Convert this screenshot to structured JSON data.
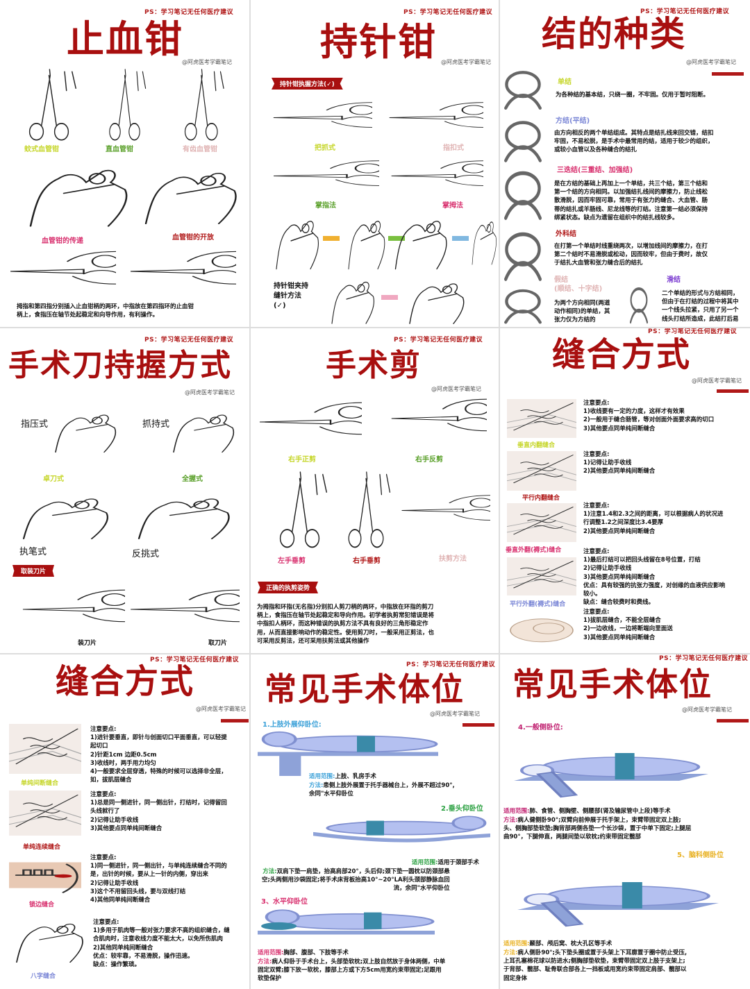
{
  "common": {
    "ps": "PS：学习笔记无任何医疗建议",
    "credit": "@阿虎医考学霸笔记"
  },
  "colors": {
    "title": "#a80f0f",
    "yellow": "#c6d62a",
    "green": "#5aa02a",
    "pink": "#e0b4b4",
    "magenta": "#d8306e",
    "darkred": "#b01818",
    "lavender": "#7a86d6",
    "blue": "#3aa0d8",
    "gold": "#e8b020"
  },
  "hemostat": {
    "title": "止血钳",
    "labels": [
      "蚊式血管钳",
      "直血管钳",
      "有齿血管钳"
    ],
    "pass": "血管钳的传递",
    "open": "血管钳的开放",
    "text": "拇指和第四指分别插入止血钳柄的两环，中指放在第四指环的止血钳\n柄上，食指压在轴节处起稳定和向导作用，有利操作。"
  },
  "needle_holder": {
    "title": "持针钳",
    "banner": "持针钳执握方法(✓)",
    "labels": [
      "把抓式",
      "指扣式",
      "掌指法",
      "掌拇法"
    ],
    "clamp_text": "持针钳夹持\n缝针方法\n(✓)"
  },
  "knots": {
    "title": "结的种类",
    "items": [
      {
        "name": "单结",
        "desc": "为各种结的基本结，只绕一圈，不牢固。仅用于暂时阻断。"
      },
      {
        "name": "方结(平结)",
        "desc": "由方向相反的两个单结组成。其特点是结扎线来回交错，结扣\n牢固，不易松脱，是手术中最常用的结，适用于较少的组织，\n或较小血管以及各种缝合的结扎"
      },
      {
        "name": "三迭结(三重结、加强结)",
        "desc": "是在方结的基础上再加上一个单结，共三个结，第三个结和\n第一个结的方向相同。以加强结扎线间的摩擦力，防止线松\n散滑脱，因而牢固可靠，常用于有张力的缝合、大血管、肠\n蒂的结扎或羊肠线、尼龙线等的打结。注意第一结必须保持\n绑紧状态。缺点为遗留在组织中的结扎线较多。"
      },
      {
        "name": "外科结",
        "desc": "在打第一个单结时线重绕两次，以增加线间的摩擦力，在打\n第二个结时不易滑脱或松动，因而较牢，但由于费时，故仅\n于结扎大血管和张力缝合后的结扎"
      },
      {
        "name": "假结",
        "sub": "(顺结、十字结)",
        "desc": "为两个方向相同(两道\n动作相同)的单结，其\n张力仅为方结的"
      },
      {
        "name": "滑结",
        "desc": "二个单结的形式与方结相同，\n但由于在打结的过程中将其中\n一个线头拉紧，只用了另一个\n线头打结所造成，此结打后易"
      }
    ]
  },
  "scalpel": {
    "title": "手术刀持握方式",
    "labels": [
      "指压式",
      "抓持式",
      "卓刀式",
      "全握式",
      "执笔式",
      "反挑式"
    ],
    "banner": "取装刀片",
    "load": "装刀片",
    "remove": "取刀片"
  },
  "scissors": {
    "title": "手术剪",
    "labels": [
      "右手正剪",
      "右手反剪",
      "左手垂剪",
      "右手垂剪",
      "扶剪方法"
    ],
    "banner": "正确的执剪姿势",
    "text": "为拇指和环指(无名指)分别扣人剪刀柄的两环，中指放在环指的剪刀\n柄上，食指压在轴节处起稳定和导向作用。初学者执剪常犯错误是将\n中指扣人柄环，而这种错误的执剪方法不具有良好的三角形稳定作\n用，从而直接影响动作的稳定性。使用剪刀时，一般采用正剪法，也\n可采用反剪法，还可采用扶剪法或其他操作"
  },
  "suture2": {
    "title": "缝合方式",
    "items": [
      {
        "note": "注意要点:\n1)收线要有一定的力度，这样才有效果\n2)一般用于缝合肠管，等对创面外面要求高的切口\n3)其他要点同单纯间断缝合",
        "label": "垂直内翻缝合"
      },
      {
        "note": "注意要点:\n1)记得让助手收线\n2)其他要点同单纯间断缝合",
        "label": "平行内翻缝合"
      },
      {
        "note": "注意要点:\n1)注意1.4和2.3之间的距离，可以根据病人的状况进\n行调整1.2之间深度比3.4要厚\n2)其他要点同单纯间断缝合",
        "label": "垂直外翻(褥式)缝合"
      },
      {
        "note": "注意要点:\n1)最后打结可以把回头线留在8号位置，打结\n2)记得让助手收线\n3)其他要点同单纯间断缝合\n优点：具有较强的抗张力强度，对创缘的血液供应影响\n较小。\n缺点：缝合较费时和费线。",
        "label": "平行外翻(褥式)缝合"
      },
      {
        "note": "注意要点:\n1)拔肌层缝合，不能全层缝合\n2)一边收线，一边将断端向里面送\n3)其他要点同单纯间断缝合",
        "label": ""
      }
    ]
  },
  "suture1": {
    "title": "缝合方式",
    "items": [
      {
        "note": "注意要点:\n1)进针要垂直，即针与创面切口平面垂直，可以轻提\n起切口\n2)针距1cm 边距0.5cm\n3)收线时，两手用力均匀\n4)一般要求全层穿透，特殊的时候可以选择非全层，\n如，拔肌层缝合",
        "label": "单纯间断缝合"
      },
      {
        "note": "注意要点:\n1)总是同一侧进针，同一侧出针，打结时，记得留回\n头线就行了\n2)记得让助手收线\n3)其他要点同单纯间断缝合",
        "label": "单纯连续缝合"
      },
      {
        "note": "注意要点:\n1)同一侧进针，同一侧出针，与单纯连续缝合不同的\n是，出针的时候，要从上一针的内侧，穿出来\n2)记得让助手收线\n3)这个不用留回头线，要与双线打结\n4)其他同单纯间断缝合",
        "label": "锁边缝合"
      },
      {
        "note": "注意要点:\n1)多用于肌肉等一般对张力要求不高的组织缝合，缝\n合肌肉时，注意收线力度不能太大，以免所伤肌肉\n2)其他同单纯间断缝合\n优点：较牢靠，不易滑脱，操作迅速。\n缺点：操作繁琐。",
        "label": "八字缝合"
      }
    ]
  },
  "positions1": {
    "title": "常见手术体位",
    "items": [
      {
        "name": "1.上肢外展仰卧位:",
        "scope_label": "适用范围:",
        "scope": "上肢、乳房手术",
        "method_label": "方法:",
        "method": "患侧上肢外展置于托手器械台上，外展不超过90°,\n余同\"水平仰卧位"
      },
      {
        "name": "2.垂头仰卧位",
        "scope_label": "适用范围:",
        "scope": "适用于颈部手术",
        "method_label": "方法:",
        "method": "双肩下垫一肩垫，抬高肩部20°，头后仰;颈下垫一圆枕以防颈部悬\n空;头两侧用沙袋固定;将手术床背板抬高10°~20°LA利头颈部静脉血回\n流，余同\"水平仰卧位"
      },
      {
        "name": "3、水平仰卧位",
        "scope_label": "适用范围:",
        "scope": "胸部、腹部、下肢等手术",
        "method_label": "方法:",
        "method": "病人仰卧于手术台上，头部垫软枕;双上肢自然放于身体两侧，中单\n固定双臂;膝下放一软枕，膝部上方或下方5cm用宽约束带固定;足跟用\n软垫保护"
      }
    ]
  },
  "positions2": {
    "title": "常见手术体位",
    "items": [
      {
        "name": "4.一般侧卧位:",
        "scope_label": "适用范围:",
        "scope": "肺、食管、侧胸壁、侧腰部(肾及输尿管中上段)等手术",
        "method_label": "方法:",
        "method": "病人健侧卧90°;双臂向前伸展于托手架上，束臂带固定双上肢;\n头、侧胸部垫软垫;胸背部两侧各垫一个长沙袋，置于中单下固定;上腿屈\n曲90°，下腿伸直，两腿间垫以软枕;约束带固定髋部"
      },
      {
        "name": "5、脑科侧卧位",
        "scope_label": "适用范围:",
        "scope": "颞部、颅后窝、枕大孔区等手术",
        "method_label": "方法:",
        "method": "病人侧卧90°;头下垫头圈或置于头架上下耳廓置于圈中防止受压,\n上耳孔塞棉花球以防进水;侧胸部垫软垫，束臂带固定双上肢于支架上;\n于背部、髋部、耻骨联合部各上一挡板或用宽约束带固定肩部、髋部以\n固定身体"
      }
    ]
  }
}
